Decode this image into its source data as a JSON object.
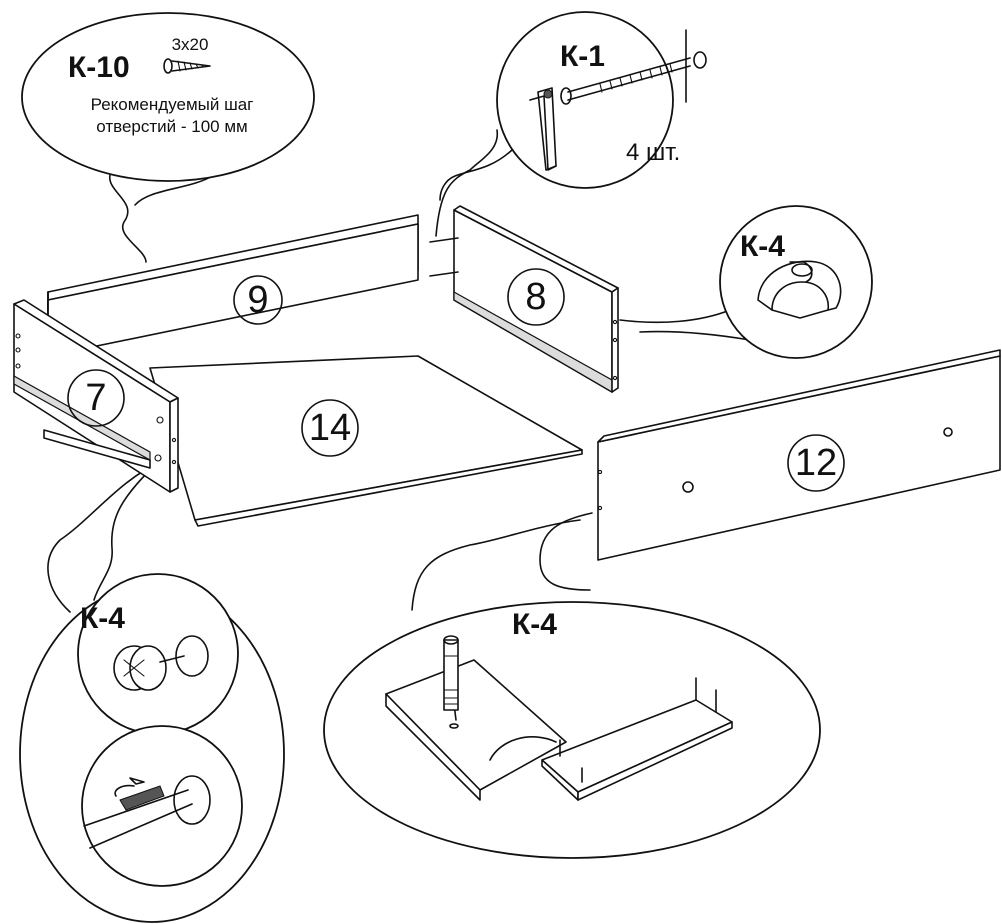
{
  "parts": {
    "p7": "7",
    "p8": "8",
    "p9": "9",
    "p12": "12",
    "p14": "14"
  },
  "callouts": {
    "k10": {
      "code": "К-10",
      "size": "3x20",
      "note_line1": "Рекомендуемый шаг",
      "note_line2": "отверстий - 100 мм",
      "icon": "screw-icon"
    },
    "k1": {
      "code": "К-1",
      "quantity": "4 шт.",
      "icon": "confirmat-screw-icon"
    },
    "k4_top": {
      "code": "К-4",
      "icon": "cam-lock-icon"
    },
    "k4_left": {
      "code": "К-4",
      "icon": "cam-lock-screwdriver-icon"
    },
    "k4_bottom": {
      "code": "К-4",
      "icon": "cam-dowel-icon"
    }
  }
}
